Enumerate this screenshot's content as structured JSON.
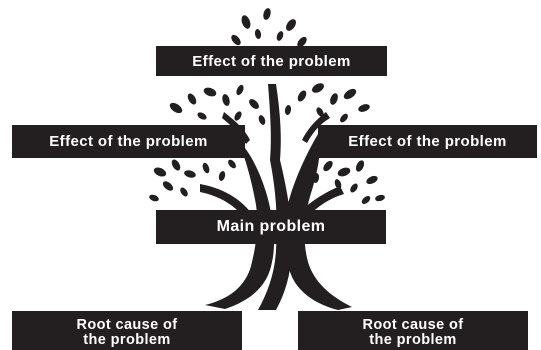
{
  "diagram": {
    "colors": {
      "ink": "#231f20",
      "text": "#ffffff",
      "background": "#ffffff"
    },
    "effect_top": "Effect of the problem",
    "effect_left": "Effect of the problem",
    "effect_right": "Effect of the problem",
    "main_problem": "Main problem",
    "root_left": {
      "line1": "Root cause of",
      "line2": "the problem"
    },
    "root_right": {
      "line1": "Root cause of",
      "line2": "the problem"
    }
  }
}
